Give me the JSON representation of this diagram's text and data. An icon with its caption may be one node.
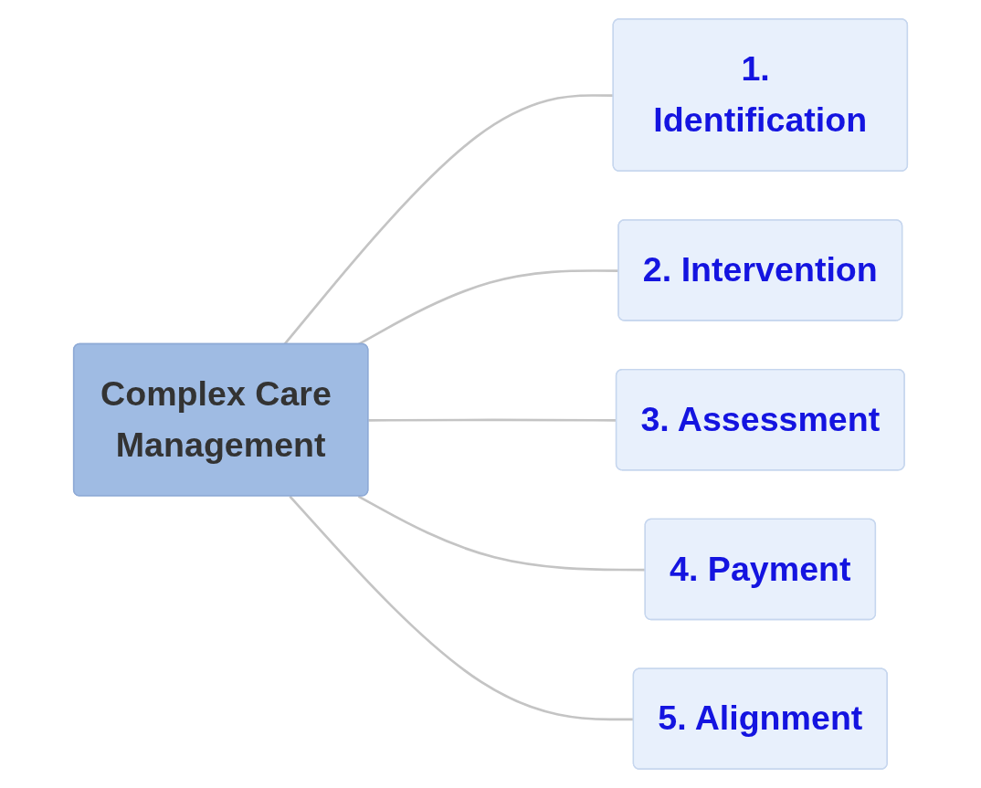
{
  "diagram": {
    "nodes": [
      {
        "text": [
          "Complex Care Management"
        ]
      },
      {
        "text": [
          "1. Identification"
        ]
      },
      {
        "text": [
          "2. Intervention"
        ]
      },
      {
        "text": [
          "3. Assessment"
        ]
      },
      {
        "text": [
          "4. Payment"
        ]
      },
      {
        "text": [
          "5. Alignment"
        ]
      }
    ],
    "edges": [
      {
        "from": 0,
        "to": 1,
        "arrow": "none"
      },
      {
        "from": 0,
        "to": 2,
        "arrow": "none"
      },
      {
        "from": 0,
        "to": 3,
        "arrow": "none"
      },
      {
        "from": 0,
        "to": 4,
        "arrow": "none"
      },
      {
        "from": 0,
        "to": 5,
        "arrow": "none"
      }
    ]
  }
}
